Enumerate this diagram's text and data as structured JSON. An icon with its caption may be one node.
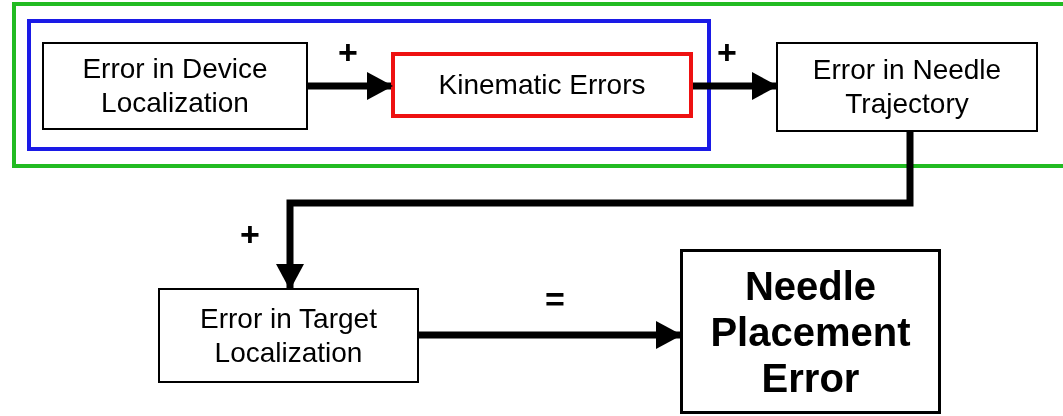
{
  "diagram": {
    "nodes": [
      {
        "text": [],
        "shape": "box"
      },
      {
        "text": [],
        "shape": "box",
        "in": 0
      },
      {
        "text": [
          "Error in Device Localization"
        ],
        "in": 1
      },
      {
        "text": [
          "Kinematic Errors"
        ],
        "in": 1
      },
      {
        "text": [
          "Error in Needle Trajectory"
        ],
        "in": 0
      },
      {
        "text": [
          "Error in Target Localization"
        ]
      },
      {
        "text": [
          "Needle Placement Error"
        ]
      }
    ],
    "edges": [
      {
        "from": 2,
        "to": 3,
        "arrow": "to",
        "label": "+"
      },
      {
        "from": 3,
        "to": 4,
        "arrow": "to",
        "label": "+"
      },
      {
        "from": 4,
        "to": 5,
        "arrow": "to",
        "label": "+"
      },
      {
        "from": 5,
        "to": 6,
        "arrow": "to",
        "label": "="
      }
    ]
  }
}
